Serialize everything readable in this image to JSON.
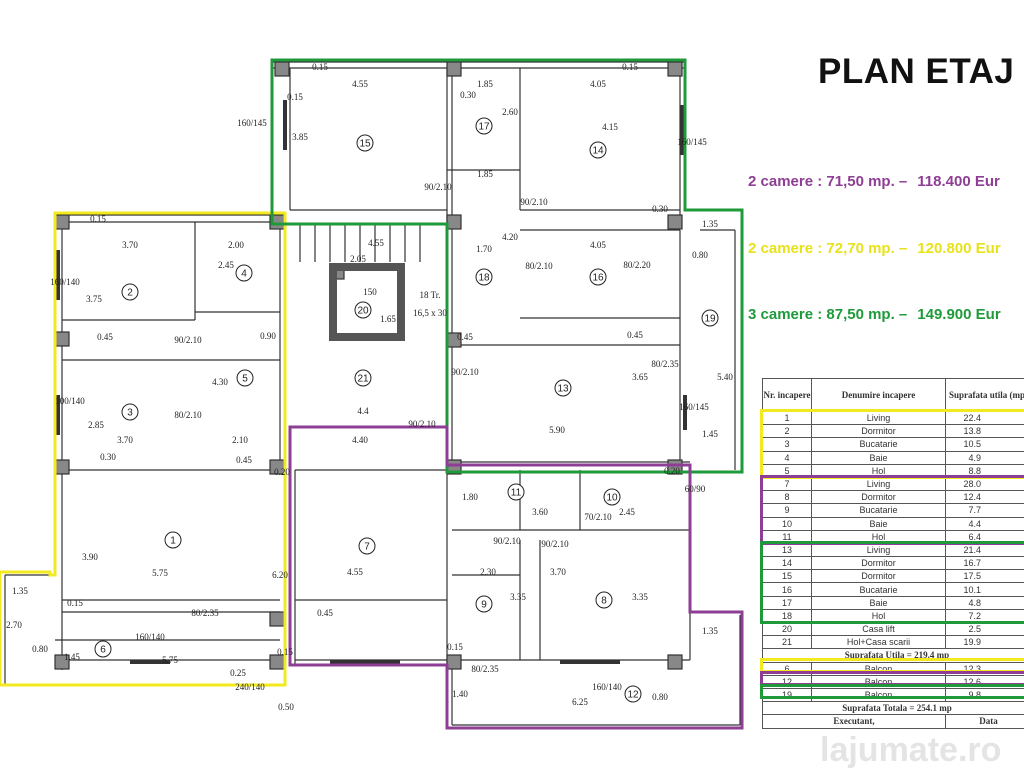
{
  "title": "PLAN ETAJ",
  "colors": {
    "apartment_2c_71": "#8e3e94",
    "apartment_2c_72": "#f2ea1e",
    "apartment_3c": "#1f9a3a",
    "walls": "#333333"
  },
  "offers": [
    {
      "label": "2 camere : 71,50 mp.  –",
      "price": "118.400 Eur",
      "color": "#8e3e94"
    },
    {
      "label": "2 camere : 72,70 mp.  –",
      "price": "120.800 Eur",
      "color": "#e8e21a"
    },
    {
      "label": "3 camere : 87,50 mp.  –",
      "price": "149.900 Eur",
      "color": "#1f9a3a"
    }
  ],
  "table": {
    "headers": [
      "Nr. incapere",
      "Denumire incapere",
      "Suprafata utila (mp)"
    ],
    "rows": [
      {
        "nr": "1",
        "name": "Living",
        "area": "22.4"
      },
      {
        "nr": "2",
        "name": "Dormitor",
        "area": "13.8"
      },
      {
        "nr": "3",
        "name": "Bucatarie",
        "area": "10.5"
      },
      {
        "nr": "4",
        "name": "Baie",
        "area": "4.9"
      },
      {
        "nr": "5",
        "name": "Hol",
        "area": "8.8"
      },
      {
        "nr": "7",
        "name": "Living",
        "area": "28.0"
      },
      {
        "nr": "8",
        "name": "Dormitor",
        "area": "12.4"
      },
      {
        "nr": "9",
        "name": "Bucatarie",
        "area": "7.7"
      },
      {
        "nr": "10",
        "name": "Baie",
        "area": "4.4"
      },
      {
        "nr": "11",
        "name": "Hol",
        "area": "6.4"
      },
      {
        "nr": "13",
        "name": "Living",
        "area": "21.4"
      },
      {
        "nr": "14",
        "name": "Dormitor",
        "area": "16.7"
      },
      {
        "nr": "15",
        "name": "Dormitor",
        "area": "17.5"
      },
      {
        "nr": "16",
        "name": "Bucatarie",
        "area": "10.1"
      },
      {
        "nr": "17",
        "name": "Baie",
        "area": "4.8"
      },
      {
        "nr": "18",
        "name": "Hol",
        "area": "7.2"
      },
      {
        "nr": "20",
        "name": "Casa lift",
        "area": "2.5"
      },
      {
        "nr": "21",
        "name": "Hol+Casa scarii",
        "area": "19.9"
      }
    ],
    "useful_total": "Suprafata Utila = 219.4 mp",
    "balconies": [
      {
        "nr": "6",
        "name": "Balcon",
        "area": "12.3"
      },
      {
        "nr": "12",
        "name": "Balcon",
        "area": "12.6"
      },
      {
        "nr": "19",
        "name": "Balcon",
        "area": "9.8"
      }
    ],
    "grand_total": "Suprafata Totala = 254.1 mp",
    "footer": [
      "Executant,",
      "Data"
    ]
  },
  "rooms": [
    "15",
    "17",
    "14",
    "2",
    "4",
    "18",
    "16",
    "20",
    "19",
    "5",
    "21",
    "13",
    "3",
    "11",
    "10",
    "1",
    "7",
    "9",
    "8",
    "6",
    "12"
  ],
  "dimensions": [
    "0.15",
    "4.55",
    "1.85",
    "4.05",
    "0.15",
    "0.30",
    "0.15",
    "3.85",
    "2.60",
    "4.15",
    "160/145",
    "160/145",
    "90/2.10",
    "1.85",
    "90/2.10",
    "0.30",
    "0.15",
    "3.70",
    "2.00",
    "3.75",
    "2.45",
    "4.55",
    "2.05",
    "1.70",
    "4.20",
    "4.05",
    "1.35",
    "0.80",
    "150",
    "1.65",
    "18 Tr.",
    "16,5 x 30",
    "80/2.10",
    "80/2.20",
    "160/140",
    "0.45",
    "90/2.10",
    "0.90",
    "0.45",
    "0.45",
    "5.40",
    "90/2.10",
    "4.4",
    "80/2.35",
    "3.65",
    "100/140",
    "2.85",
    "3.70",
    "80/2.10",
    "4.30",
    "2.10",
    "160/145",
    "5.90",
    "1.45",
    "0.30",
    "0.45",
    "4.40",
    "90/2.10",
    "0.20",
    "0.20",
    "1.80",
    "3.60",
    "2.45",
    "60/90",
    "90/2.10",
    "70/2.10",
    "90/2.10",
    "3.90",
    "6.20",
    "2.30",
    "3.70",
    "3.35",
    "3.35",
    "5.75",
    "4.55",
    "1.35",
    "0.15",
    "0.45",
    "80/2.35",
    "2.70",
    "0.80",
    "160/140",
    "5.75",
    "0.25",
    "0.15",
    "0.15",
    "80/2.35",
    "1.35",
    "240/140",
    "160/140",
    "6.25",
    "1.40",
    "0.80",
    "0.50",
    "1.45"
  ],
  "watermark": "lajumate.ro"
}
